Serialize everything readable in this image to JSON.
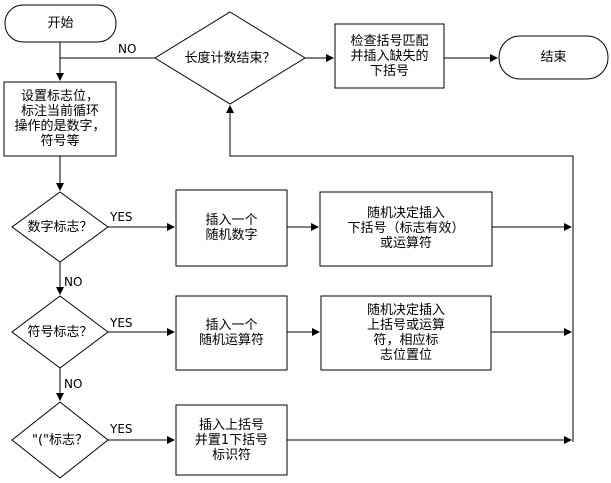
{
  "nodes": {
    "start": "开始",
    "length_check": "长度计数结束？",
    "check_brackets": "检查括号匹配\n并插入缺失的\n下括号",
    "end": "结束",
    "set_flags": "设置标志位，\n标注当前循环\n操作的是数字，\n符号等",
    "number_flag": "数字标志？",
    "insert_number": "插入一个\n随机数字",
    "decide_lower_bracket": "随机决定插入\n下括号（标志有效）\n或运算符",
    "symbol_flag": "符号标志？",
    "insert_operator": "插入一个\n随机运算符",
    "decide_upper_bracket": "随机决定插入\n上括号或运算\n符，相应标\n志位置位",
    "paren_flag": "\"(\"标志？",
    "insert_upper_bracket": "插入上括号\n并置1下括号\n标识符"
  },
  "edges": {
    "no_top": "NO",
    "yes_1": "YES",
    "no_1": "NO",
    "yes_2": "YES",
    "no_2": "NO",
    "yes_3": "YES"
  }
}
